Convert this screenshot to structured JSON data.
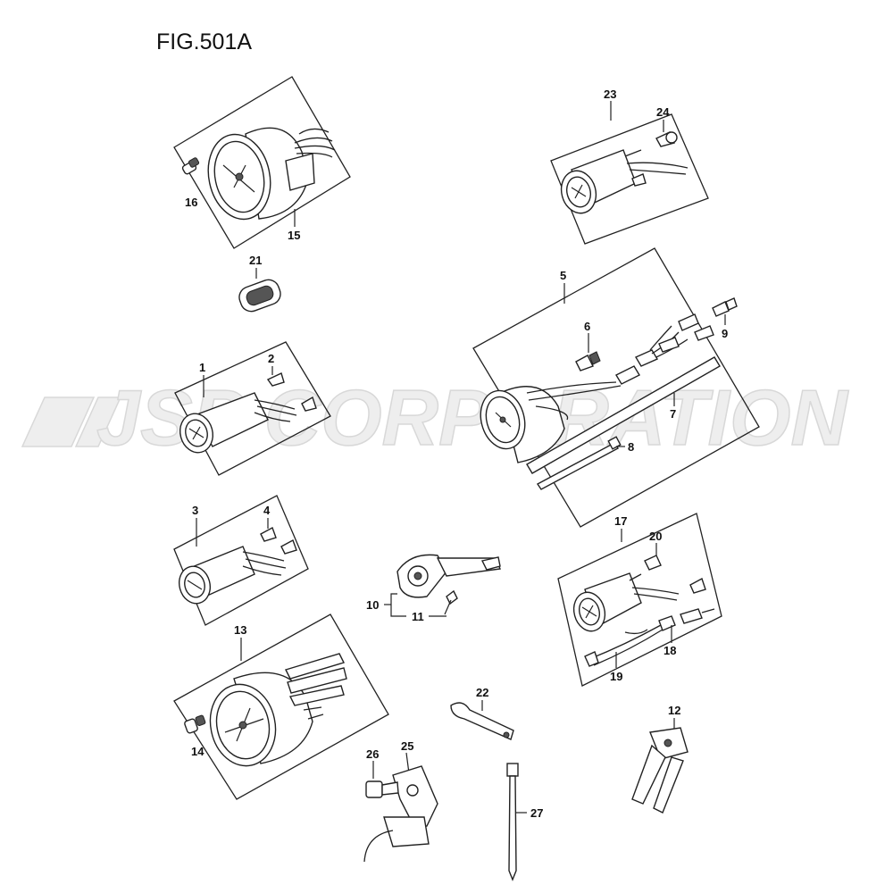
{
  "figure": {
    "title": "FIG.501A"
  },
  "watermark": {
    "text": "JSP CORPORATION"
  },
  "callouts": {
    "n1": "1",
    "n2": "2",
    "n3": "3",
    "n4": "4",
    "n5": "5",
    "n6": "6",
    "n7": "7",
    "n8": "8",
    "n9": "9",
    "n10": "10",
    "n11": "11",
    "n12": "12",
    "n13": "13",
    "n14": "14",
    "n15": "15",
    "n16": "16",
    "n17": "17",
    "n18": "18",
    "n19": "19",
    "n20": "20",
    "n21": "21",
    "n22": "22",
    "n23": "23",
    "n24": "24",
    "n25": "25",
    "n26": "26",
    "n27": "27"
  },
  "icons": {
    "gauge": "gauge-icon",
    "bulb": "bulb-icon",
    "harness": "wire-harness-icon",
    "tube": "tube-icon",
    "bracket": "bracket-icon",
    "cable-tie": "cable-tie-icon"
  }
}
